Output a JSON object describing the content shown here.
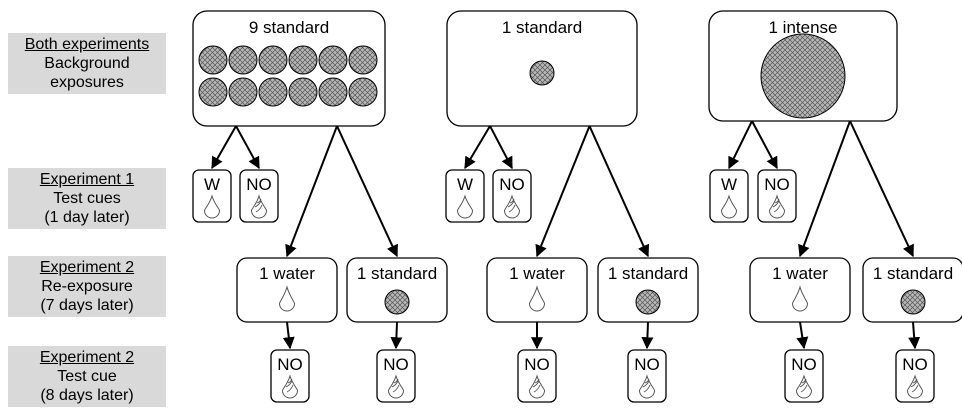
{
  "row_labels": [
    {
      "heading": "Both experiments",
      "lines": [
        "Background",
        "exposures"
      ]
    },
    {
      "heading": "Experiment 1",
      "lines": [
        "Test cues",
        "(1 day later)"
      ]
    },
    {
      "heading": "Experiment 2",
      "lines": [
        "Re-exposure",
        "(7 days later)"
      ]
    },
    {
      "heading": "Experiment 2",
      "lines": [
        "Test cue",
        "(8 days later)"
      ]
    }
  ],
  "columns": [
    {
      "background_label": "9 standard",
      "test_cue_left": "W",
      "test_cue_right": "NO",
      "reexposure_water": "1 water",
      "reexposure_odor": "1 standard",
      "final_left": "NO",
      "final_right": "NO"
    },
    {
      "background_label": "1 standard",
      "test_cue_left": "W",
      "test_cue_right": "NO",
      "reexposure_water": "1 water",
      "reexposure_odor": "1 standard",
      "final_left": "NO",
      "final_right": "NO"
    },
    {
      "background_label": "1 intense",
      "test_cue_left": "W",
      "test_cue_right": "NO",
      "reexposure_water": "1 water",
      "reexposure_odor": "1 standard",
      "final_left": "NO",
      "final_right": "NO"
    }
  ],
  "icons": {
    "water": "water-drop-icon",
    "odor_drop": "odor-drop-icon",
    "odor_disc": "hatched-odor-disc-icon"
  },
  "colors": {
    "label_bg": "#d9d9d9",
    "disc_fill": "#b3b3b3",
    "stroke": "#000000"
  }
}
